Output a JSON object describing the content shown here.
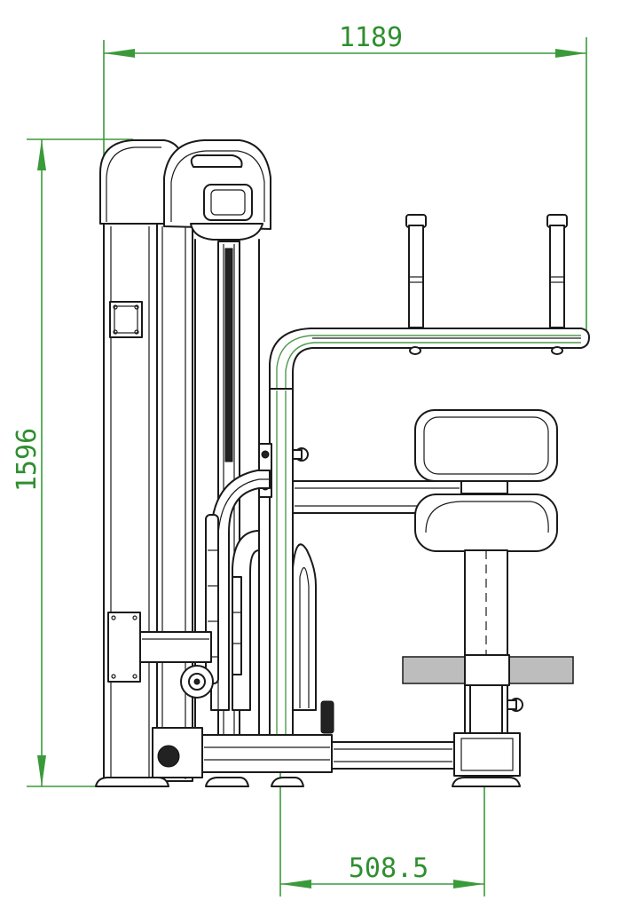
{
  "dimensions": {
    "overall_width": "1189",
    "overall_height": "1596",
    "seat_offset": "508.5"
  },
  "colors": {
    "dimension": "#3a9a3a",
    "machine_line": "#1a1a1a",
    "background": "#ffffff"
  }
}
